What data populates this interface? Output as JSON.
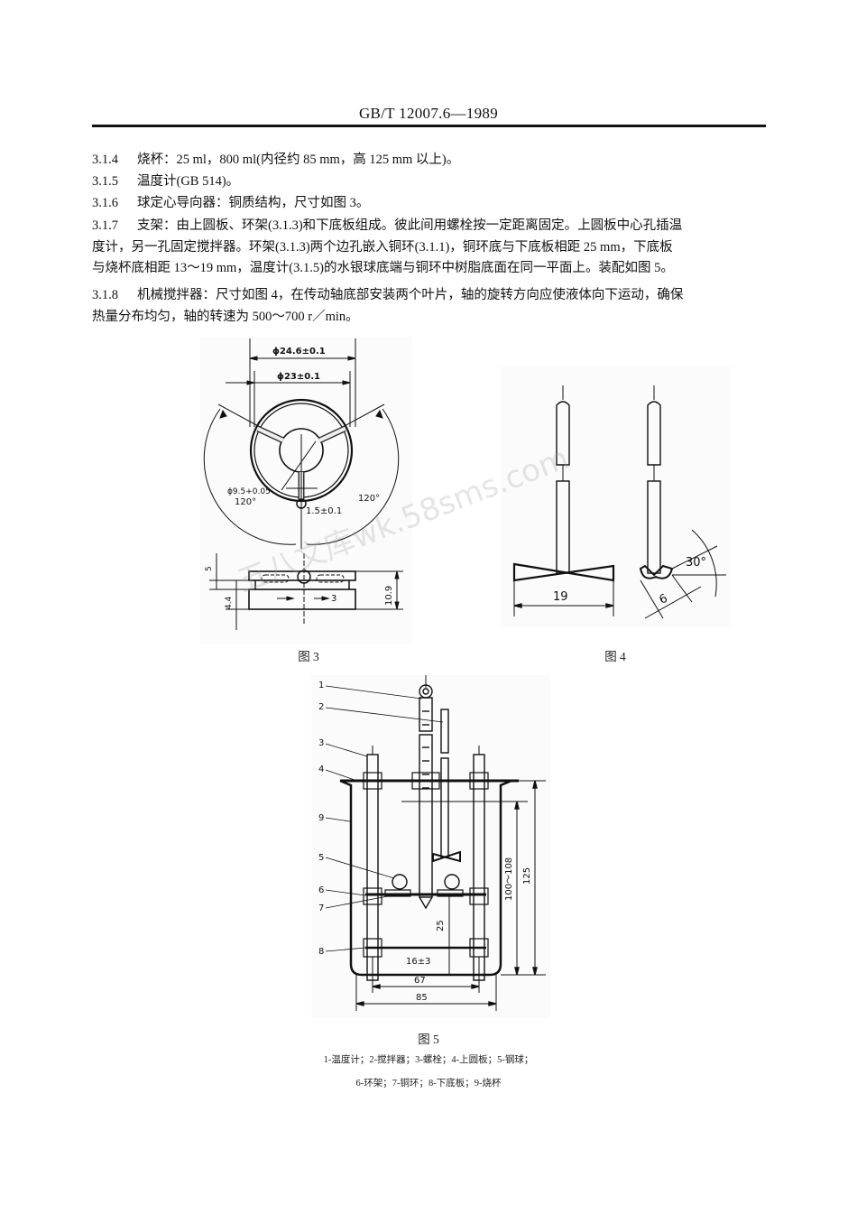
{
  "header": {
    "title": "GB/T 12007.6—1989"
  },
  "paragraphs": [
    {
      "num": "3.1.4",
      "lines": [
        "烧杯：25 ml，800 ml(内径约 85 mm，高 125 mm 以上)。"
      ]
    },
    {
      "num": "3.1.5",
      "lines": [
        "温度计(GB 514)。"
      ]
    },
    {
      "num": "3.1.6",
      "lines": [
        "球定心导向器：铜质结构，尺寸如图 3。"
      ]
    },
    {
      "num": "3.1.7",
      "lines": [
        "支架：由上圆板、环架(3.1.3)和下底板组成。彼此间用螺栓按一定距离固定。上圆板中心孔插温",
        "度计，另一孔固定搅拌器。环架(3.1.3)两个边孔嵌入铜环(3.1.1)，铜环底与下底板相距 25 mm，下底板",
        "与烧杯底相距 13～19 mm，温度计(3.1.5)的水银球底端与铜环中树脂底面在同一平面上。装配如图 5。"
      ]
    },
    {
      "num": "3.1.8",
      "lines": [
        "机械搅拌器：尺寸如图 4，在传动轴底部安装两个叶片，轴的旋转方向应使液体向下运动，确保",
        "热量分布均匀，轴的转速为 500～700 r／min。"
      ]
    }
  ],
  "figure3": {
    "caption": "图 3",
    "dims": {
      "outer_diameter": "ϕ24.6±0.1",
      "inner_diameter": "ϕ23±0.1",
      "center_hole": "ϕ9.5+0.05",
      "angle_left": "120°",
      "angle_right": "120°",
      "slot_width": "1.5±0.1",
      "height_top": "5",
      "height_bottom": "4.4",
      "total_height": "10.9",
      "gap": "3"
    }
  },
  "figure4": {
    "caption": "图 4",
    "dims": {
      "blade_span": "19",
      "blade_width": "6",
      "blade_angle": "30°"
    }
  },
  "figure5": {
    "caption": "图 5",
    "callouts": [
      "1",
      "2",
      "3",
      "4",
      "5",
      "6",
      "7",
      "8",
      "9"
    ],
    "dims": {
      "height_range": "100～108",
      "beaker_height": "125",
      "ring_to_plate": "25",
      "plate_to_bottom": "16±3",
      "bolt_spacing": "67",
      "beaker_width": "85"
    },
    "legend_line1": "1-温度计；2-搅拌器；3-螺栓；4-上圆板；5-钢球；",
    "legend_line2": "6-环架；7-铜环；8-下底板；9-烧杯"
  },
  "watermark": "五八文库wk.58sms.com"
}
